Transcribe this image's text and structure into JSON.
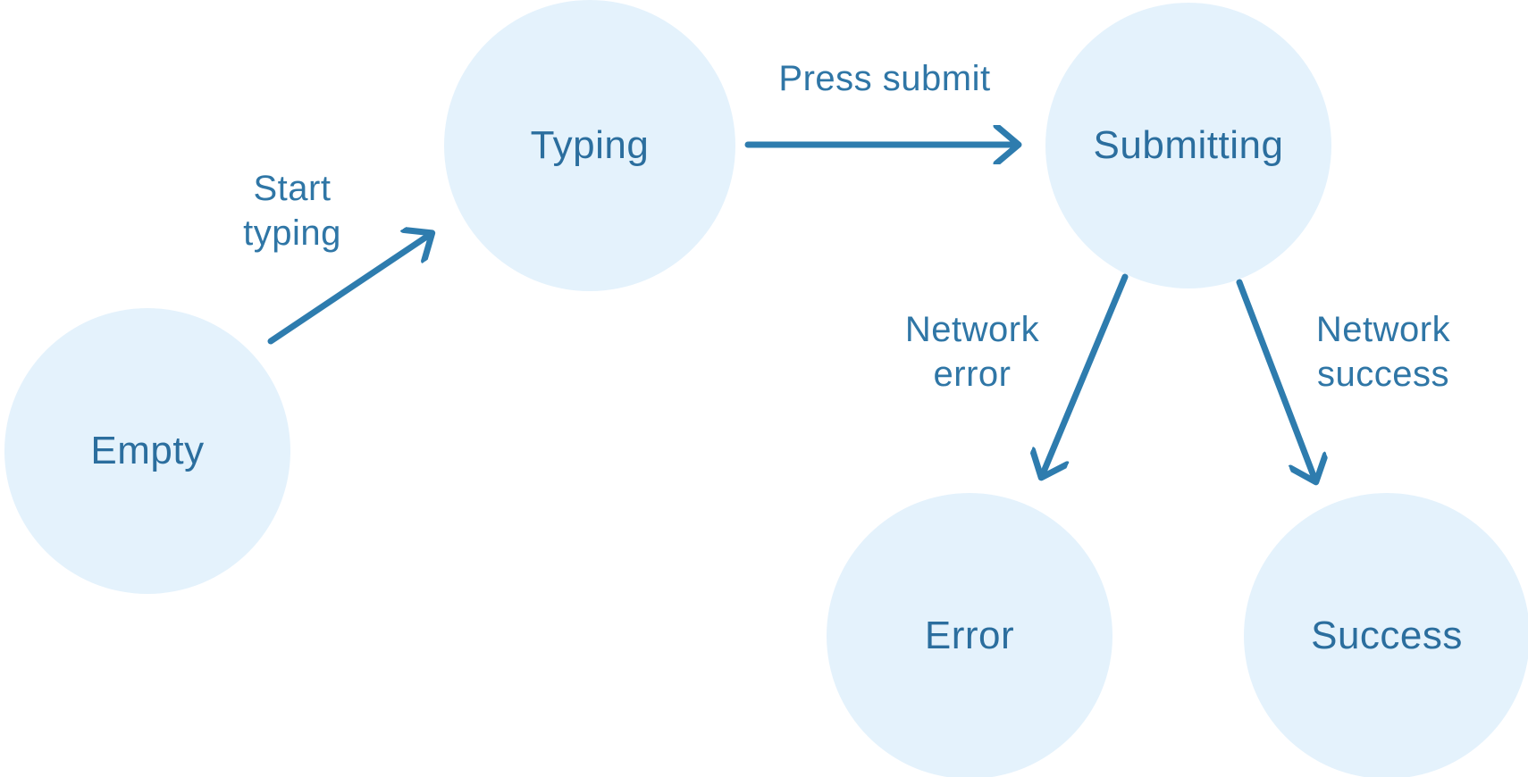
{
  "diagram": {
    "kind": "state-machine",
    "states": [
      {
        "id": "empty",
        "label": "Empty"
      },
      {
        "id": "typing",
        "label": "Typing"
      },
      {
        "id": "submitting",
        "label": "Submitting"
      },
      {
        "id": "error",
        "label": "Error"
      },
      {
        "id": "success",
        "label": "Success"
      }
    ],
    "transitions": [
      {
        "from": "empty",
        "to": "typing",
        "label": "Start typing",
        "label_lines": [
          "Start",
          "typing"
        ]
      },
      {
        "from": "typing",
        "to": "submitting",
        "label": "Press submit"
      },
      {
        "from": "submitting",
        "to": "error",
        "label": "Network error",
        "label_lines": [
          "Network",
          "error"
        ]
      },
      {
        "from": "submitting",
        "to": "success",
        "label": "Network success",
        "label_lines": [
          "Network",
          "success"
        ]
      }
    ],
    "colors": {
      "node_fill": "#E4F2FC",
      "node_text": "#2B6E9E",
      "arrow": "#2E7CAE",
      "edge_label": "#2F76A6",
      "background": "#FFFFFF"
    }
  }
}
